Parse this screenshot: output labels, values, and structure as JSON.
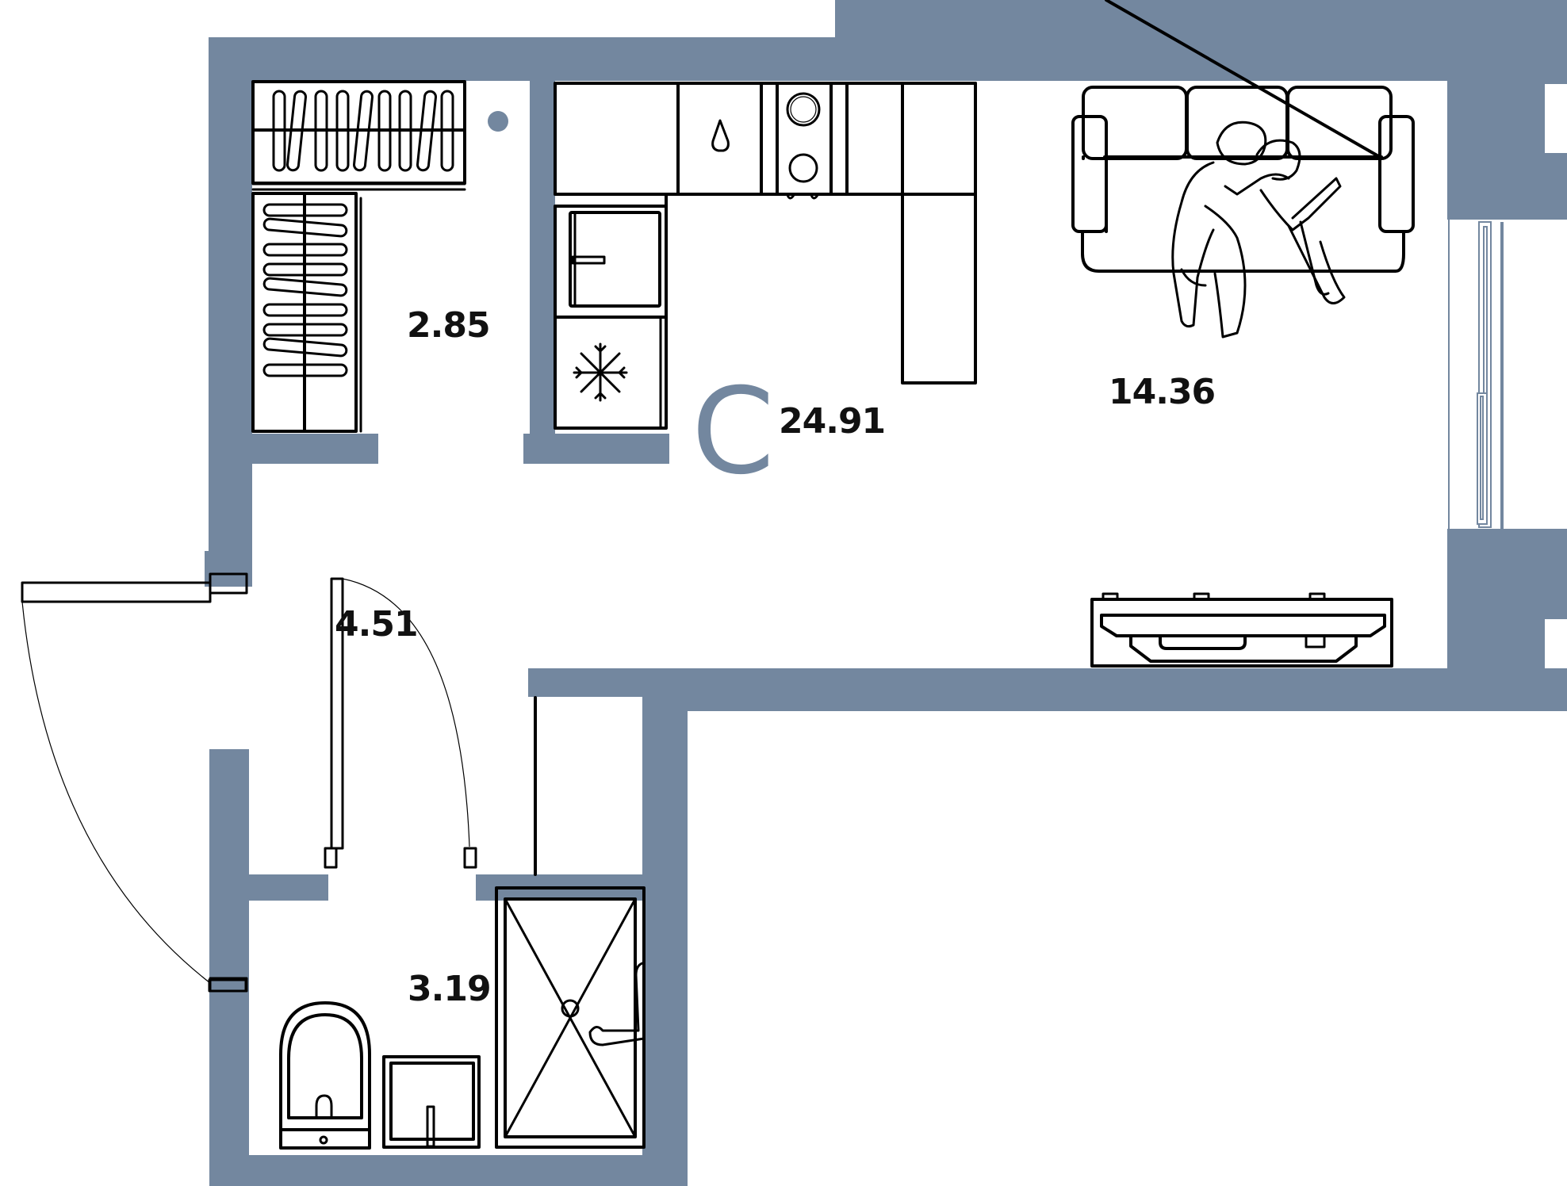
{
  "plan": {
    "type": "studio apartment floor plan",
    "unit_type_mark": "C",
    "total_area": "24.91",
    "wall_color": "#73879F",
    "line_color": "#000000",
    "background_color": "#FFFFFF"
  },
  "rooms": [
    {
      "id": "wardrobe",
      "label": "2.85",
      "furniture": [
        "hanging-rail-top",
        "hanging-rail-side",
        "riser-pipe"
      ]
    },
    {
      "id": "living-kitchen",
      "label": "14.36",
      "furniture": [
        "kitchen-counter-L",
        "sink",
        "cooktop",
        "oven",
        "fridge",
        "tall-cabinet",
        "sofa",
        "people-with-laptop",
        "tv-unit",
        "window"
      ]
    },
    {
      "id": "hallway",
      "label": "4.51",
      "furniture": [
        "entrance-door",
        "bathroom-door",
        "storage-niche"
      ]
    },
    {
      "id": "bathroom",
      "label": "3.19",
      "furniture": [
        "toilet",
        "washbasin",
        "shower-tray",
        "shower-mixer"
      ]
    }
  ],
  "icons": {
    "water": "water-drop-icon",
    "freezer": "snowflake-icon",
    "burner": "burner-icon"
  }
}
